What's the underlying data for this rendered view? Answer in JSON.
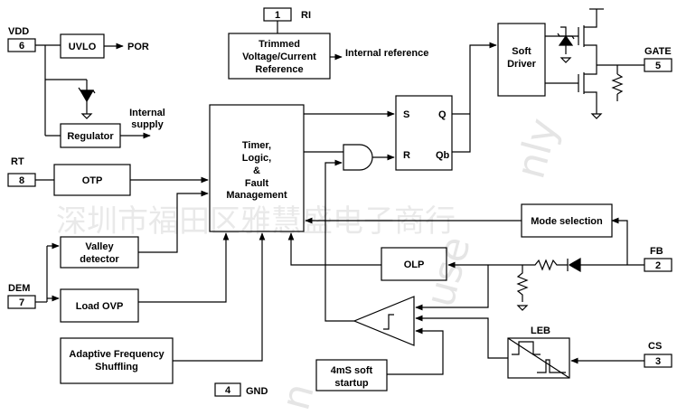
{
  "pins": {
    "vdd": {
      "name": "VDD",
      "number": "6"
    },
    "ri": {
      "name": "RI",
      "number": "1"
    },
    "gate": {
      "name": "GATE",
      "number": "5"
    },
    "rt": {
      "name": "RT",
      "number": "8"
    },
    "fb": {
      "name": "FB",
      "number": "2"
    },
    "dem": {
      "name": "DEM",
      "number": "7"
    },
    "cs": {
      "name": "CS",
      "number": "3"
    },
    "gnd": {
      "name": "GND",
      "number": "4"
    }
  },
  "blocks": {
    "uvlo": "UVLO",
    "regulator": "Regulator",
    "otp": "OTP",
    "valley": [
      "Valley",
      "detector"
    ],
    "load_ovp": "Load OVP",
    "afs": [
      "Adaptive Frequency",
      "Shuffling"
    ],
    "trimmed": [
      "Trimmed",
      "Voltage/Current",
      "Reference"
    ],
    "timer": [
      "Timer,",
      "Logic,",
      "&",
      "Fault",
      "Management"
    ],
    "soft_driver": [
      "Soft",
      "Driver"
    ],
    "mode_selection": "Mode selection",
    "olp": "OLP",
    "leb": "LEB",
    "soft_startup": [
      "4mS soft",
      "startup"
    ],
    "latch": {
      "s": "S",
      "r": "R",
      "q": "Q",
      "qb": "Qb"
    }
  },
  "labels": {
    "por": "POR",
    "internal_supply": [
      "Internal",
      "supply"
    ],
    "internal_reference": "Internal reference"
  },
  "watermark": {
    "text": "深圳市福田区雅慧盛电子商行",
    "overlay": [
      "nly",
      "use",
      "n"
    ]
  }
}
